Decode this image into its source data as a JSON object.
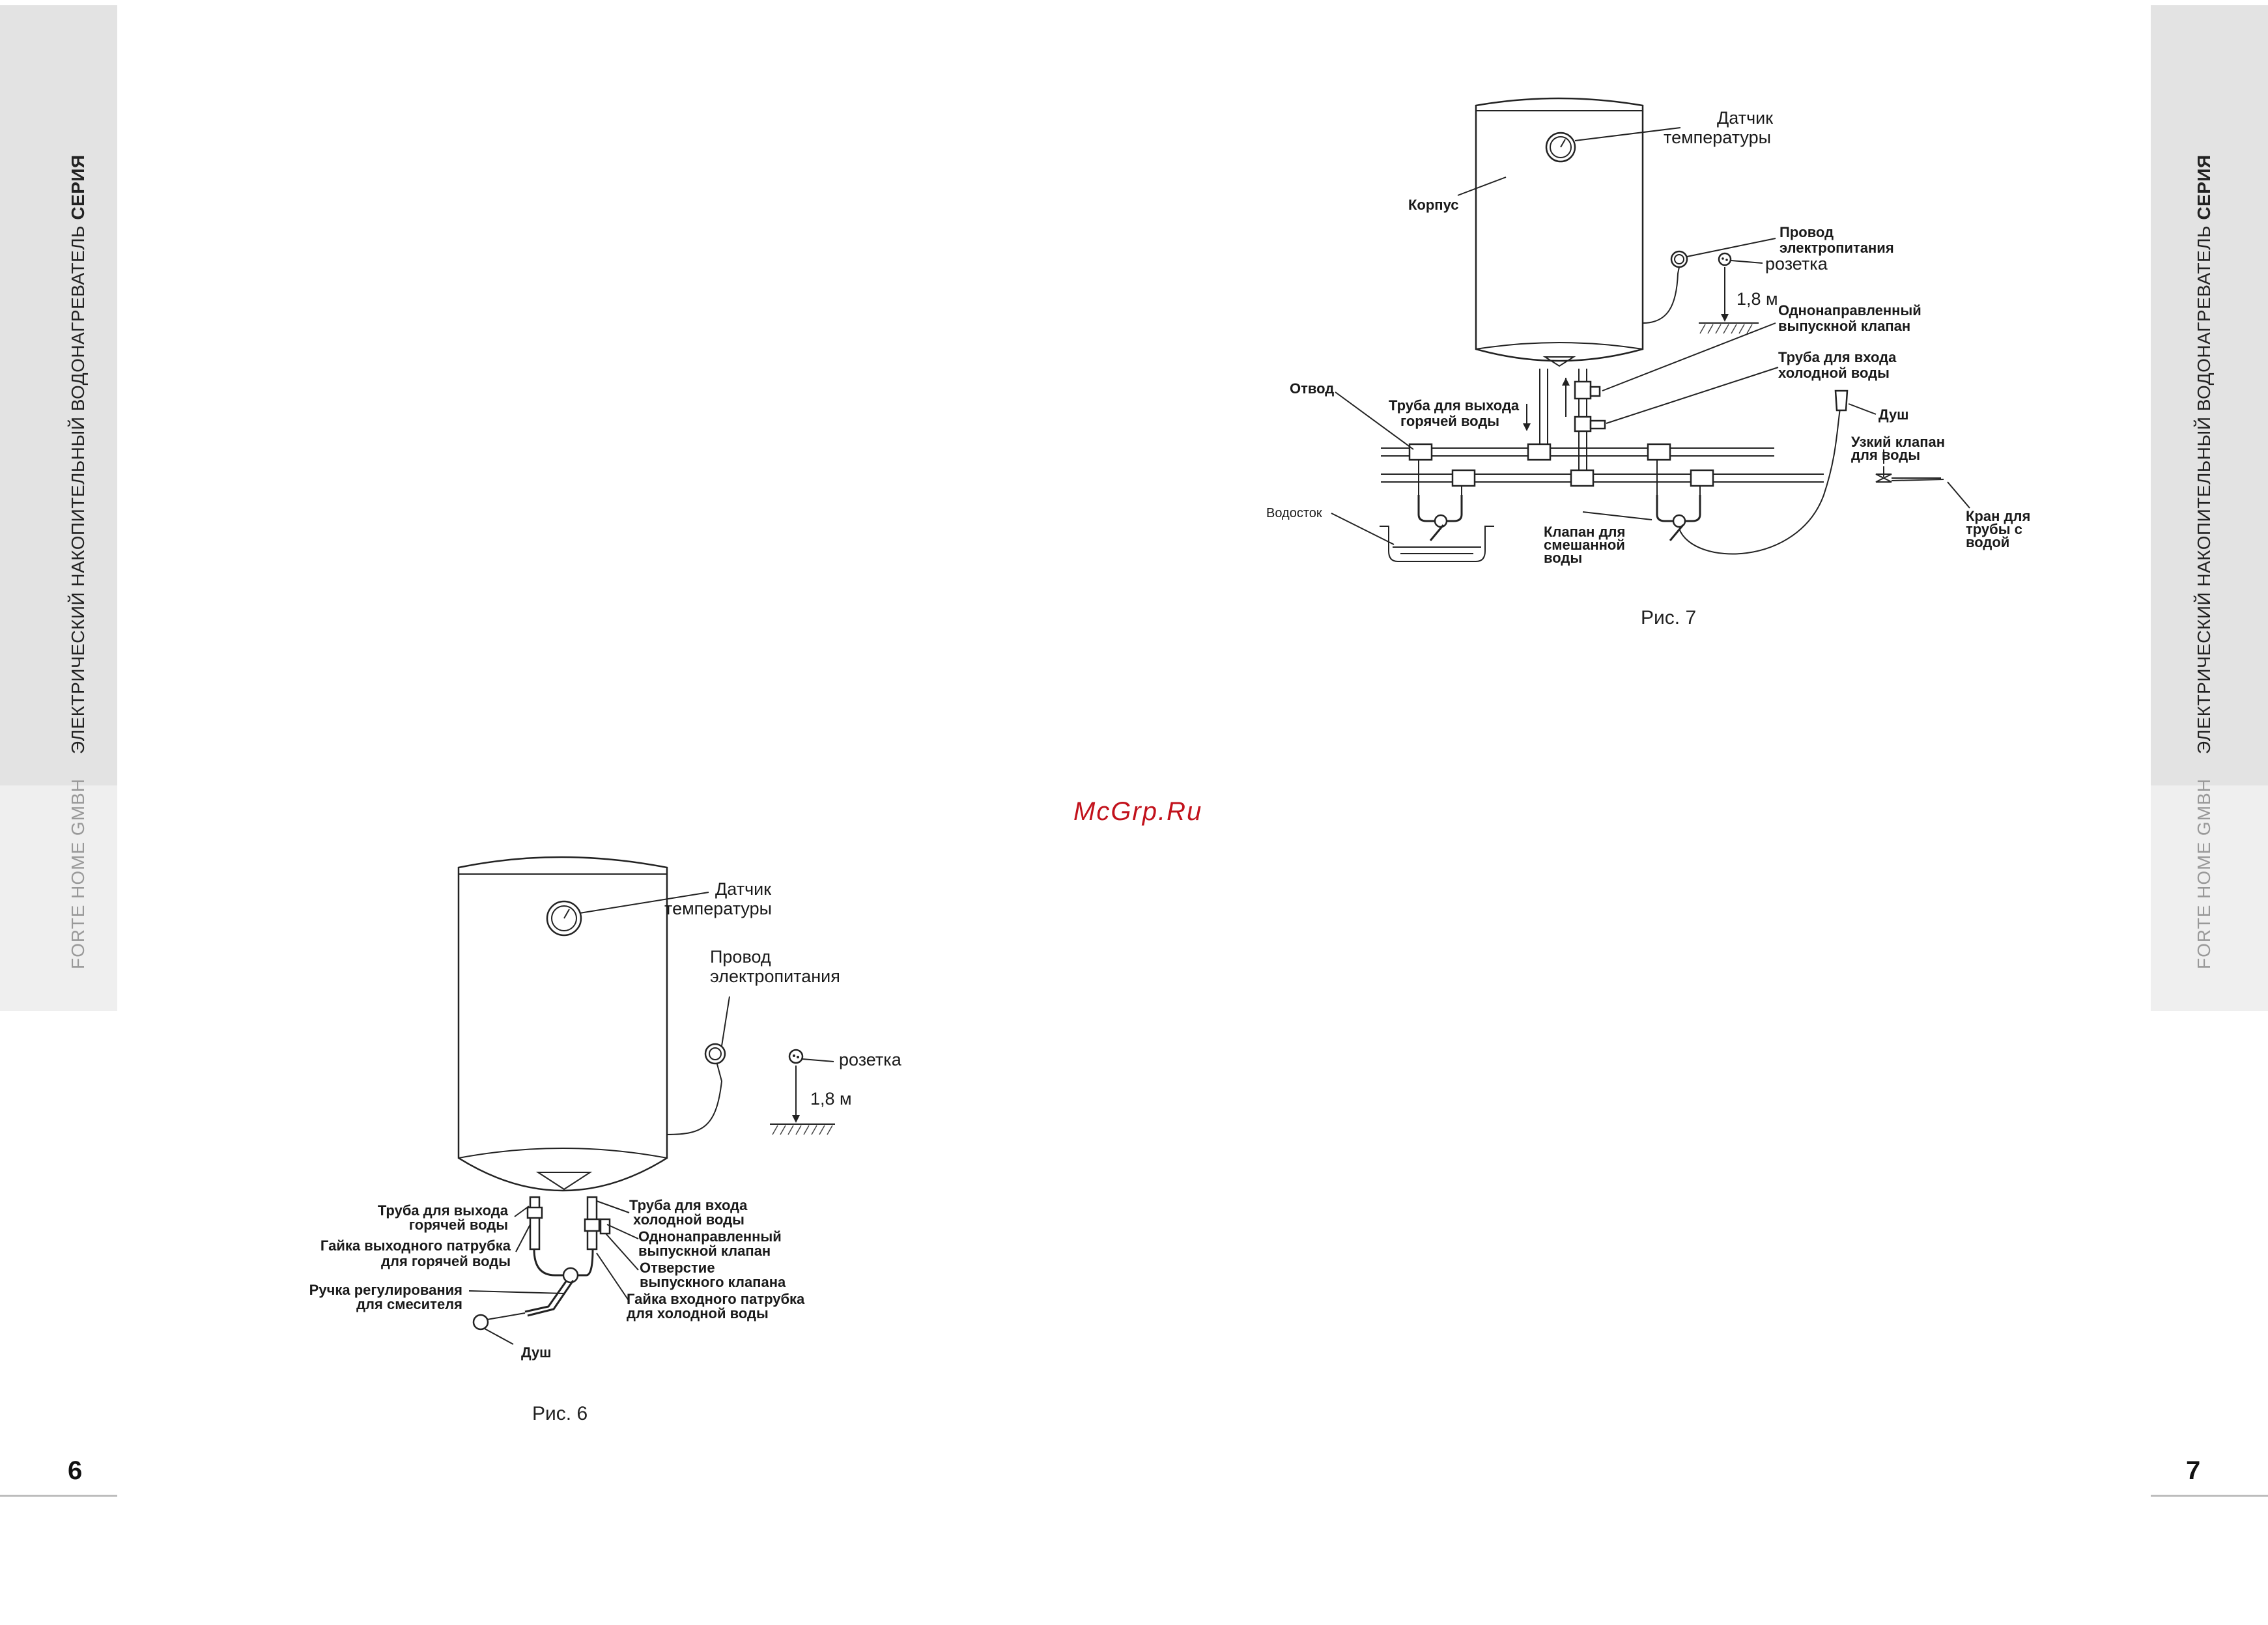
{
  "sidebar": {
    "series_prefix": "ЭЛЕКТРИЧЕСКИЙ НАКОПИТЕЛЬНЫЙ ВОДОНАГРЕВАТЕЛЬ ",
    "series_bold": "СЕРИЯ",
    "company": "FORTE HOME GMBH"
  },
  "pages": {
    "left_number": "6",
    "right_number": "7"
  },
  "watermark": "McGrp.Ru",
  "fig6": {
    "caption": "Рис. 6",
    "labels": {
      "sensor_1": "Датчик",
      "sensor_2": "температуры",
      "cable_1": "Провод",
      "cable_2": "электропитания",
      "socket": "розетка",
      "height": "1,8 м",
      "hot_out_1": "Труба для выхода",
      "hot_out_2": "горячей воды",
      "hot_nut_1": "Гайка выходного патрубка",
      "hot_nut_2": "для горячей воды",
      "mixer_1": "Ручка регулирования",
      "mixer_2": "для смесителя",
      "shower": "Душ",
      "cold_in_1": "Труба для входа",
      "cold_in_2": "холодной воды",
      "valve_1": "Однонаправленный",
      "valve_2": "выпускной клапан",
      "hole_1": "Отверстие",
      "hole_2": "выпускного клапана",
      "cold_nut_1": "Гайка входного патрубка",
      "cold_nut_2": "для холодной воды"
    }
  },
  "fig7": {
    "caption": "Рис. 7",
    "labels": {
      "sensor_1": "Датчик",
      "sensor_2": "температуры",
      "body": "Корпус",
      "cable_1": "Провод",
      "cable_2": "электропитания",
      "socket": "розетка",
      "height": "1,8 м",
      "valve_1": "Однонаправленный",
      "valve_2": "выпускной клапан",
      "cold_in_1": "Труба для входа",
      "cold_in_2": "холодной воды",
      "branch": "Отвод",
      "hot_out_1": "Труба для выхода",
      "hot_out_2": "горячей воды",
      "shower": "Душ",
      "narrow_1": "Узкий клапан",
      "narrow_2": "для воды",
      "drain": "Водосток",
      "mix_1": "Клапан для",
      "mix_2": "смешанной",
      "mix_3": "воды",
      "tap_1": "Кран для",
      "tap_2": "трубы с",
      "tap_3": "водой"
    }
  },
  "colors": {
    "sidebar": "#e3e3e3",
    "sidebar_light": "#efefef",
    "watermark": "#c2121c",
    "line": "#222222"
  }
}
